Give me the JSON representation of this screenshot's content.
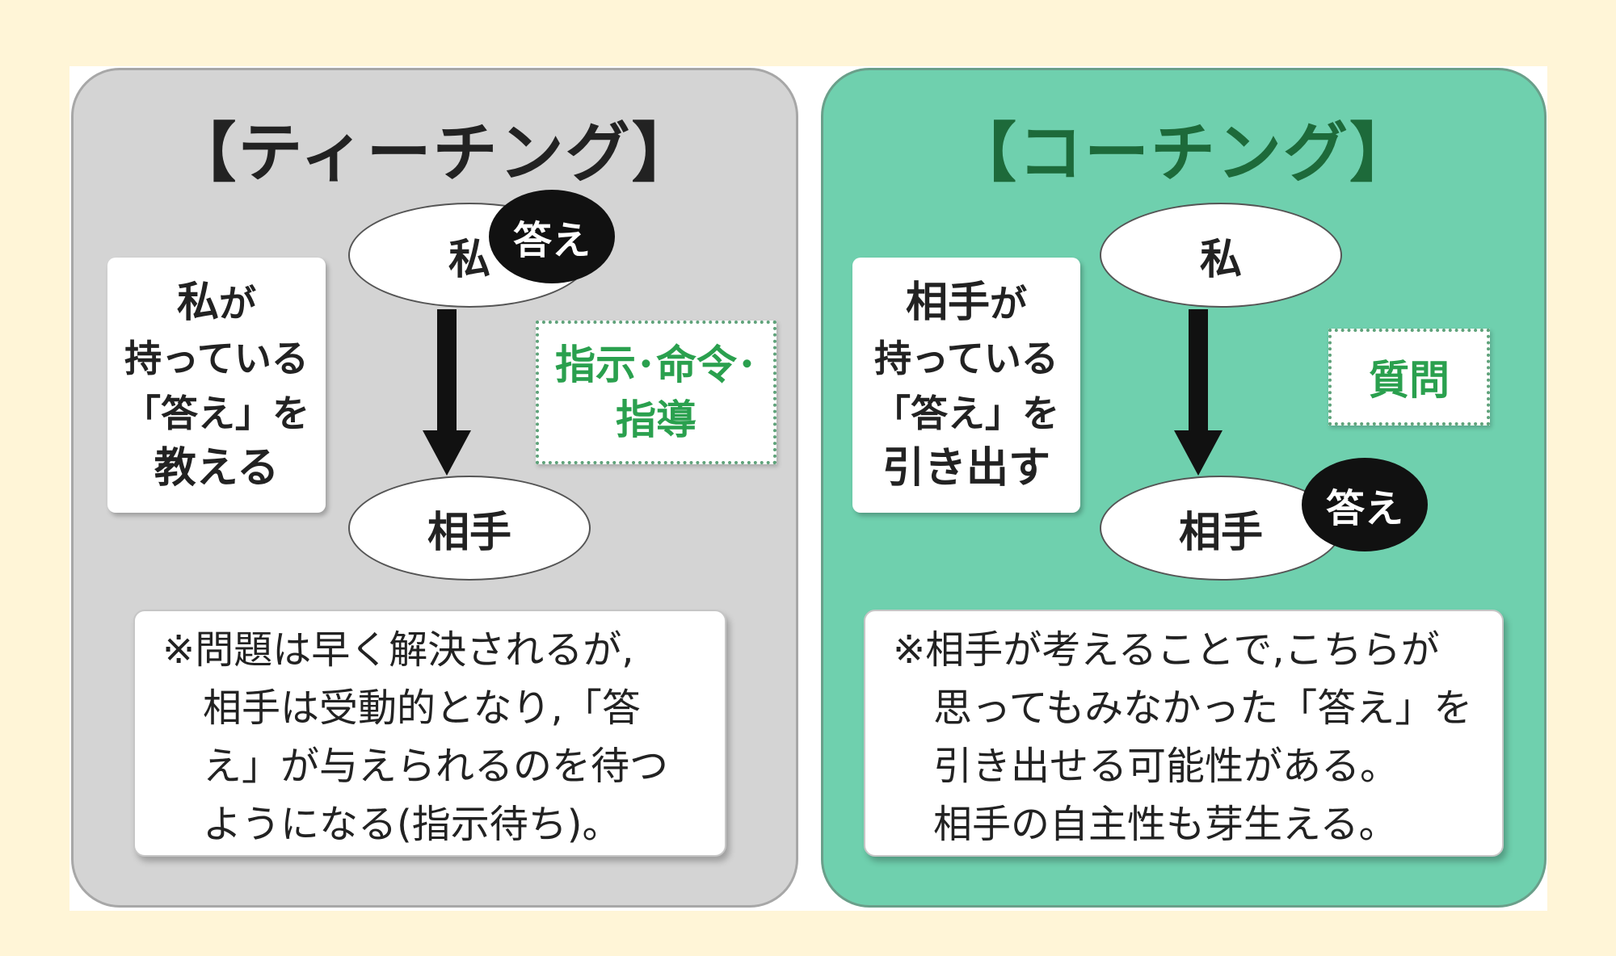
{
  "teaching": {
    "title": "【ティーチング】",
    "top_node": "私",
    "answer_badge": "答え",
    "bottom_node": "相手",
    "description": {
      "line1_strong": "私",
      "line1_rest": "が",
      "line2": "持っている",
      "line3": "「答え」を",
      "line4": "教える"
    },
    "method_lines": [
      "指示･命令･",
      "指導"
    ],
    "note_lines": [
      "※問題は早く解決されるが,",
      "相手は受動的となり,「答",
      "え」が与えられるのを待つ",
      "ようになる(指示待ち)。"
    ]
  },
  "coaching": {
    "title": "【コーチング】",
    "top_node": "私",
    "answer_badge": "答え",
    "bottom_node": "相手",
    "description": {
      "line1_strong": "相手",
      "line1_rest": "が",
      "line2": "持っている",
      "line3": "「答え」を",
      "line4": "引き出す"
    },
    "method_lines": [
      "質問"
    ],
    "note_lines": [
      "※相手が考えることで,こちらが",
      "思ってもみなかった「答え」を",
      "引き出せる可能性がある。",
      "相手の自主性も芽生える。"
    ]
  },
  "colors": {
    "teaching_panel": "#d4d4d4",
    "coaching_panel": "#6fd0ae",
    "method_text": "#2aa04e",
    "coaching_title": "#1d6a3a"
  }
}
